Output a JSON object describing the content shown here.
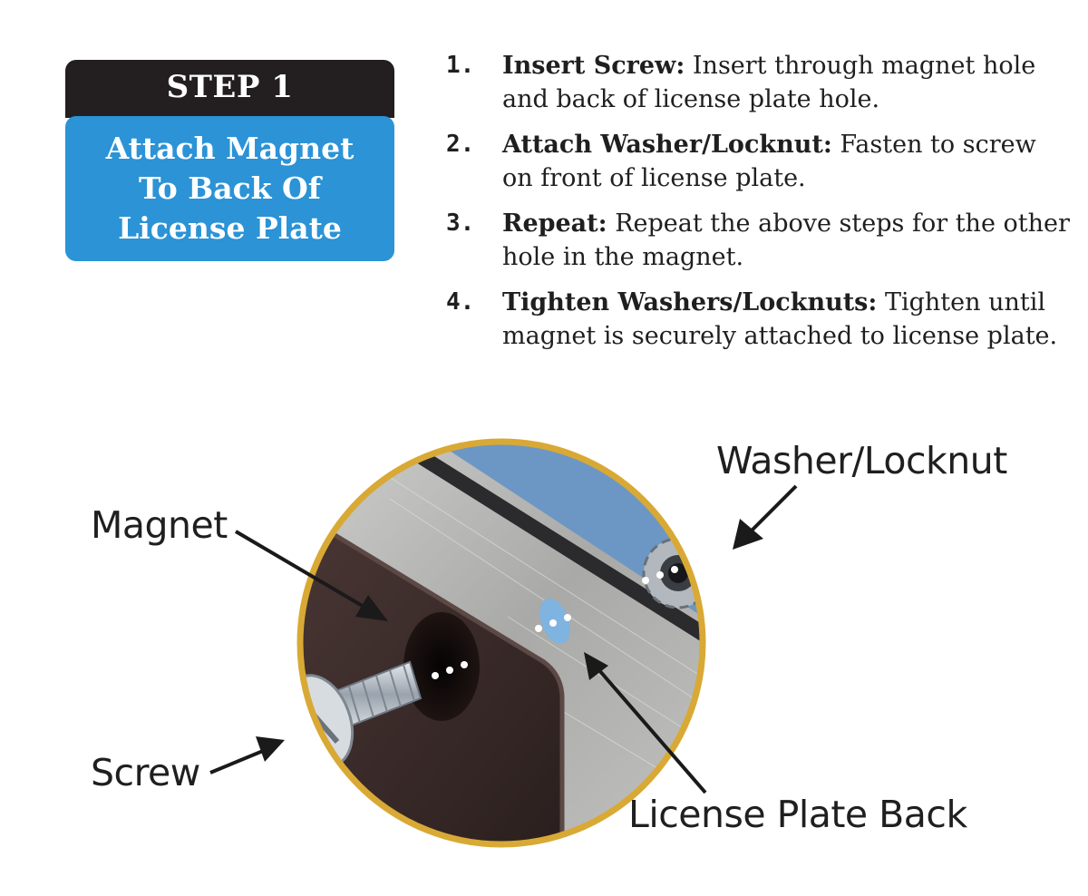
{
  "step_badge": {
    "step_label": "STEP 1",
    "title_lines": [
      "Attach Magnet",
      "To Back Of",
      "License Plate"
    ]
  },
  "instructions": [
    {
      "number": "1.",
      "heading": "Insert Screw:",
      "text": "Insert through magnet hole and back of license plate hole."
    },
    {
      "number": "2.",
      "heading": "Attach Washer/Locknut:",
      "text": "Fasten to screw on front of license plate."
    },
    {
      "number": "3.",
      "heading": "Repeat:",
      "text": "Repeat the above steps for the other hole in the magnet."
    },
    {
      "number": "4.",
      "heading": "Tighten Washers/Locknuts:",
      "text": "Tighten until magnet is securely attached to license plate."
    }
  ],
  "callouts": {
    "magnet": "Magnet",
    "washer": "Washer/Locknut",
    "screw": "Screw",
    "plate": "License Plate Back"
  },
  "colors": {
    "badge_dark": "#231f20",
    "badge_blue": "#2b93d6",
    "circle_border": "#d9a935",
    "magnet": "#3a2b2a",
    "plate": "#b8b8b6",
    "plate_front": "#6c97c4"
  }
}
